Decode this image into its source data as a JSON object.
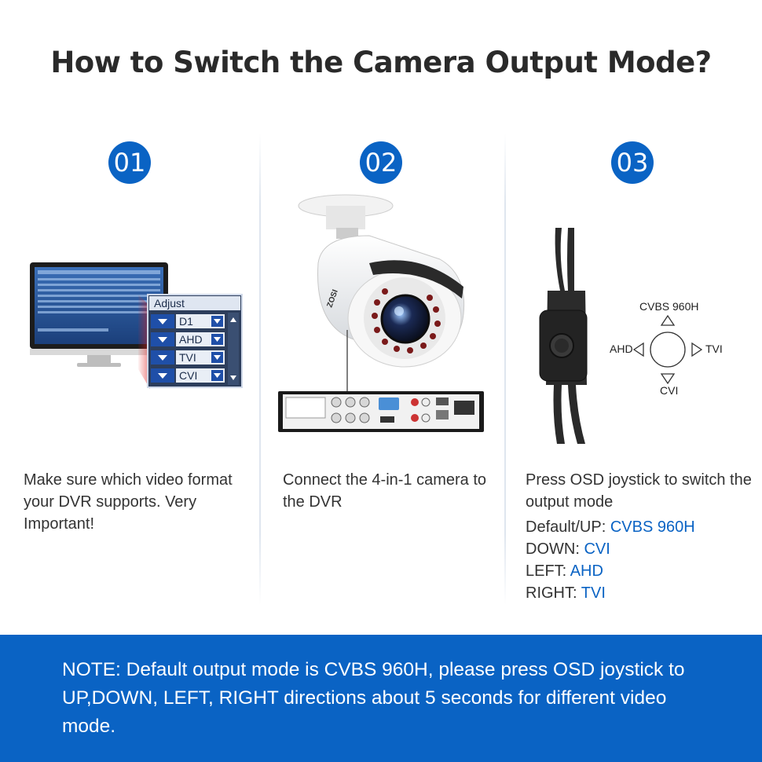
{
  "title": "How to Switch the Camera Output Mode?",
  "steps": [
    {
      "num": "01",
      "text": "Make sure which video format your DVR supports. Very Important!"
    },
    {
      "num": "02",
      "text": "Connect the 4-in-1 camera to the DVR"
    },
    {
      "num": "03",
      "text": "Press OSD joystick to switch the output mode"
    }
  ],
  "adjust_panel": {
    "header": "Adjust",
    "options": [
      "D1",
      "AHD",
      "TVI",
      "CVI"
    ]
  },
  "camera_brand": "ZOSI",
  "joystick": {
    "up": "CVBS 960H",
    "down": "CVI",
    "left": "AHD",
    "right": "TVI"
  },
  "modes": [
    {
      "label": "Default/UP: ",
      "value": "CVBS 960H"
    },
    {
      "label": "DOWN: ",
      "value": "CVI"
    },
    {
      "label": "LEFT: ",
      "value": "AHD"
    },
    {
      "label": "RIGHT: ",
      "value": "TVI"
    }
  ],
  "note": "NOTE: Default output mode is CVBS 960H, please press OSD joystick to UP,DOWN, LEFT, RIGHT directions about 5 seconds for different video mode.",
  "colors": {
    "accent": "#0a63c4",
    "text": "#333333"
  }
}
